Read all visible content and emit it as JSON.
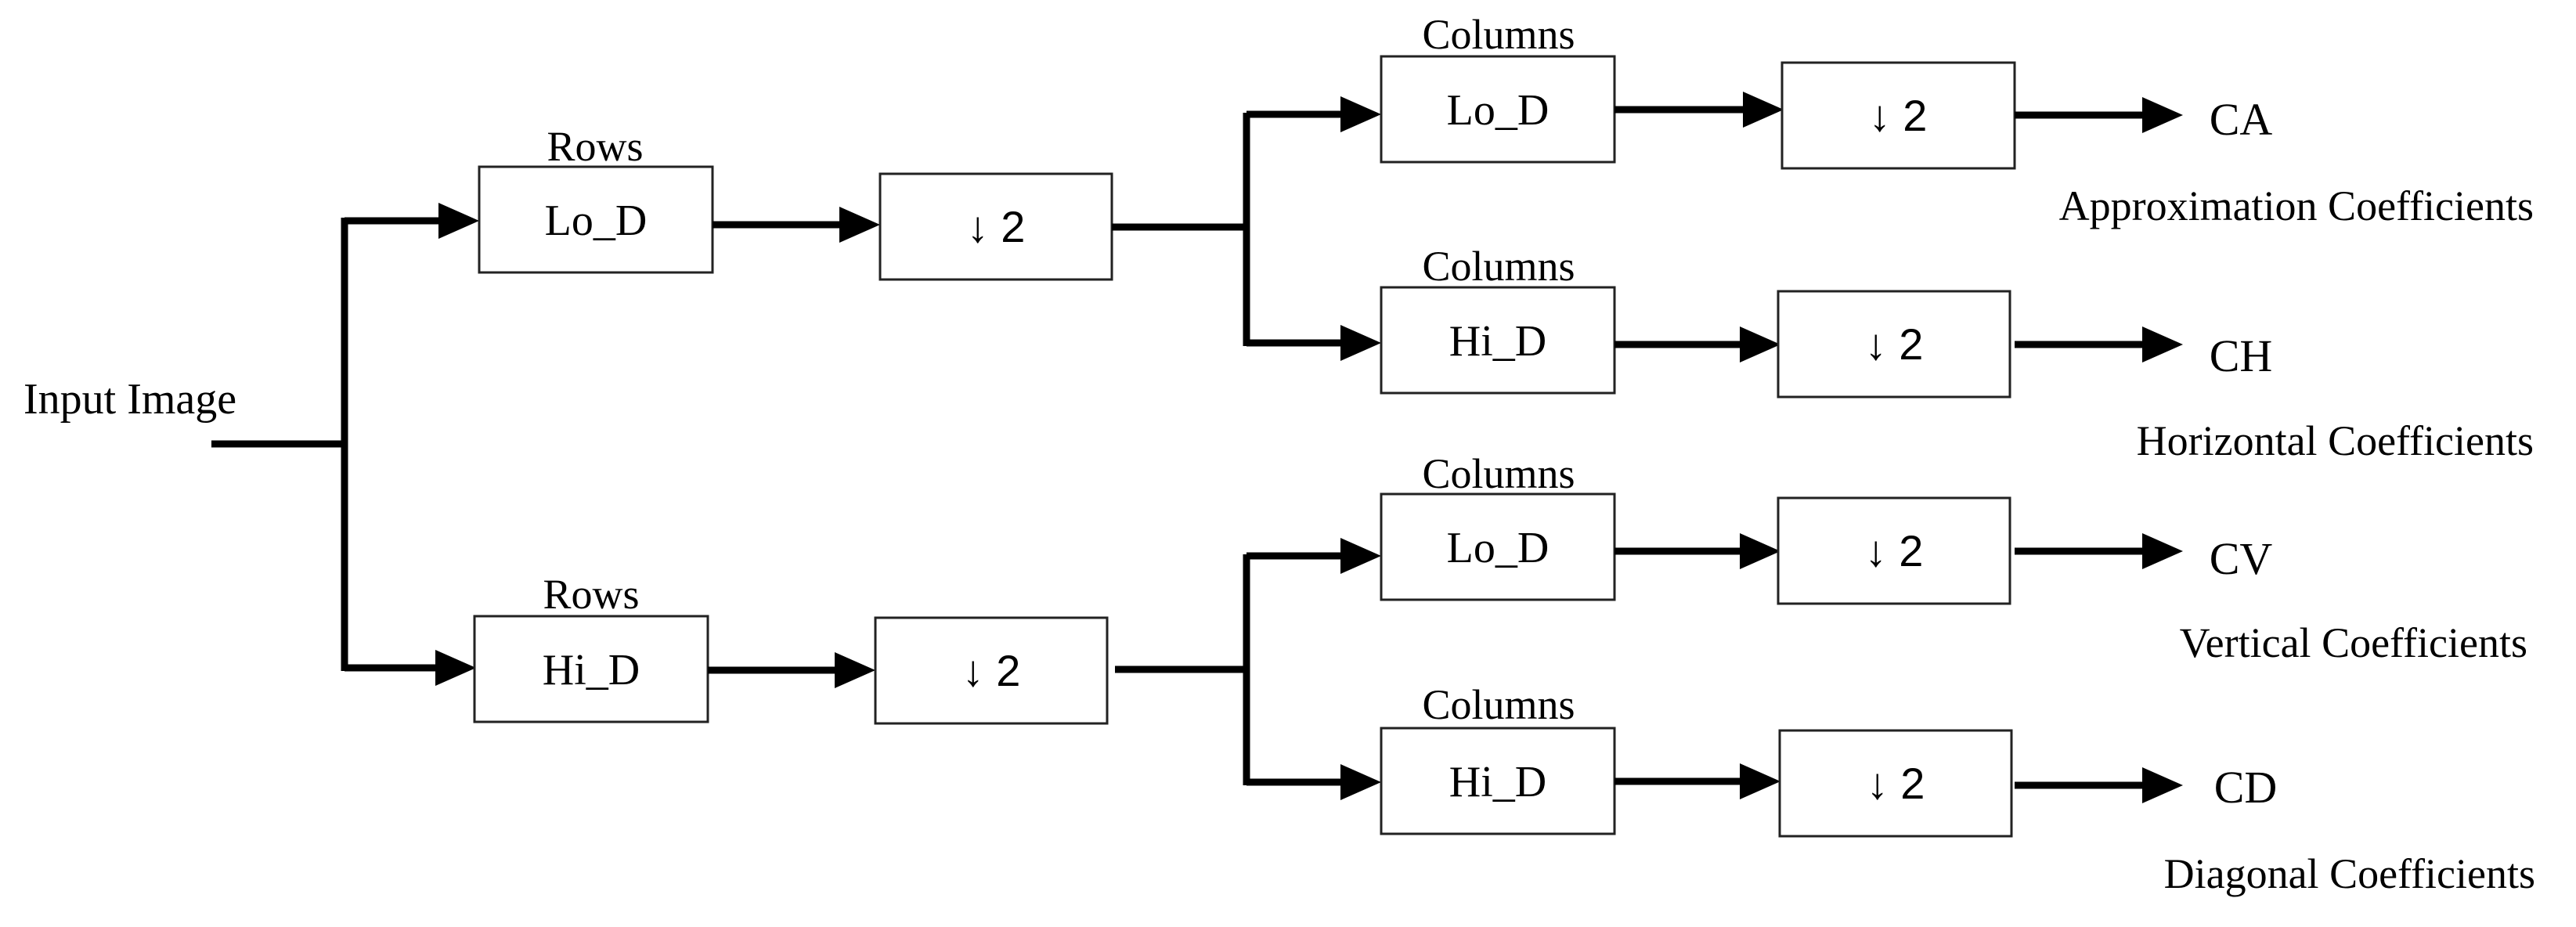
{
  "input_label": "Input Image",
  "stage1": {
    "top": {
      "group_label": "Rows",
      "filter": "Lo_D",
      "downsample": "↓ 2"
    },
    "bottom": {
      "group_label": "Rows",
      "filter": "Hi_D",
      "downsample": "↓ 2"
    }
  },
  "stage2": [
    {
      "group_label": "Columns",
      "filter": "Lo_D",
      "downsample": "↓ 2",
      "output": "CA",
      "description": "Approximation Coefficients"
    },
    {
      "group_label": "Columns",
      "filter": "Hi_D",
      "downsample": "↓ 2",
      "output": "CH",
      "description": "Horizontal Coefficients"
    },
    {
      "group_label": "Columns",
      "filter": "Lo_D",
      "downsample": "↓ 2",
      "output": "CV",
      "description": "Vertical Coefficients"
    },
    {
      "group_label": "Columns",
      "filter": "Hi_D",
      "downsample": "↓ 2",
      "output": "CD",
      "description": "Diagonal Coefficients"
    }
  ]
}
